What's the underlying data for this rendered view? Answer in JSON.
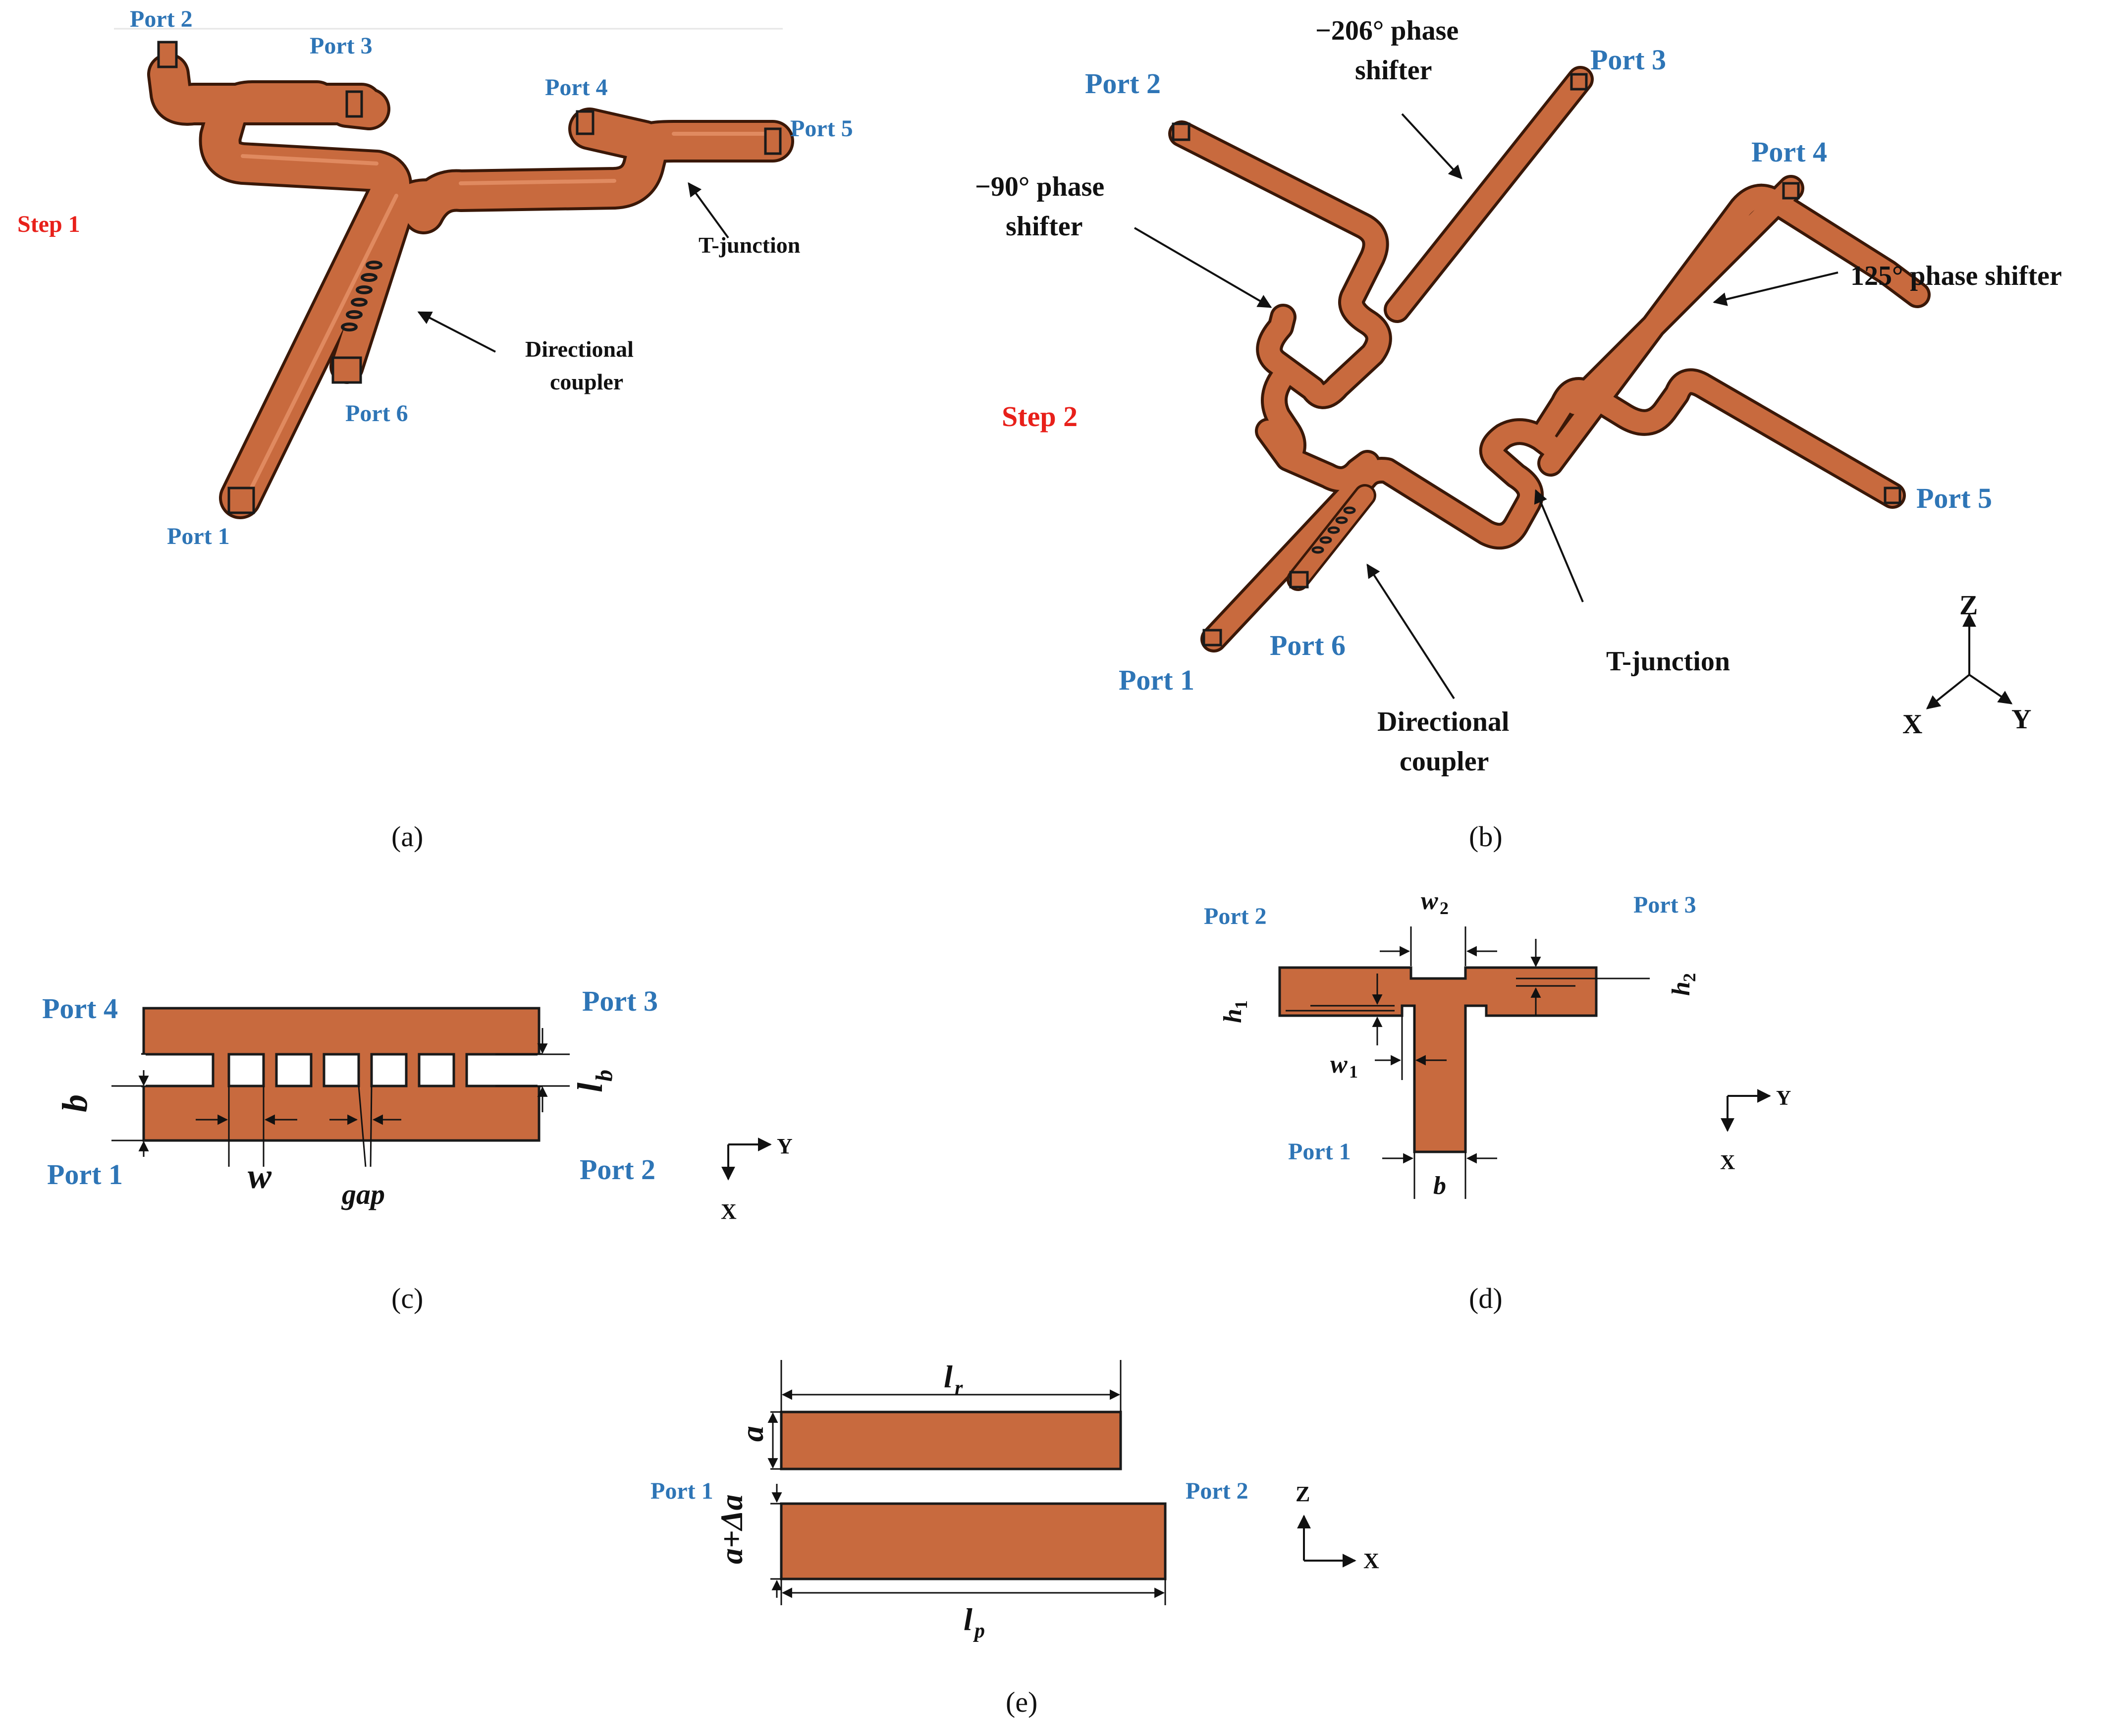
{
  "colors": {
    "copper": "#c86a3e",
    "copper_dark": "#3a1808",
    "port": "#2e75b6",
    "step": "#e8201a",
    "text": "#111111"
  },
  "panel_a": {
    "caption": "(a)",
    "step": "Step 1",
    "ports": [
      "Port 1",
      "Port 2",
      "Port 3",
      "Port 4",
      "Port 5",
      "Port 6"
    ],
    "annotations": {
      "t_junction": "T-junction",
      "directional_coupler": [
        "Directional",
        "coupler"
      ]
    }
  },
  "panel_b": {
    "caption": "(b)",
    "step": "Step 2",
    "ports": [
      "Port 1",
      "Port 2",
      "Port 3",
      "Port 4",
      "Port 5",
      "Port 6"
    ],
    "annotations": {
      "shifter_206": [
        "−206° phase",
        "shifter"
      ],
      "shifter_90": [
        "−90° phase",
        "shifter"
      ],
      "shifter_125": "125° phase shifter",
      "t_junction": "T-junction",
      "directional_coupler": [
        "Directional",
        "coupler"
      ]
    },
    "axes": [
      "Z",
      "X",
      "Y"
    ]
  },
  "panel_c": {
    "caption": "(c)",
    "ports": [
      "Port 4",
      "Port 3",
      "Port 1",
      "Port 2"
    ],
    "dims": {
      "b": "b",
      "l": "l",
      "l_sub": "b",
      "w": "w",
      "gap": "gap"
    },
    "axes": [
      "Y",
      "X"
    ]
  },
  "panel_d": {
    "caption": "(d)",
    "ports": [
      "Port 2",
      "Port 3",
      "Port 1"
    ],
    "dims": {
      "w2": "w",
      "w2_sub": "2",
      "w1": "w",
      "w1_sub": "1",
      "h1": "h",
      "h1_sub": "1",
      "h2": "h",
      "h2_sub": "2",
      "b": "b"
    },
    "axes": [
      "Y",
      "X"
    ]
  },
  "panel_e": {
    "caption": "(e)",
    "ports": [
      "Port 1",
      "Port 2"
    ],
    "dims": {
      "lr": "l",
      "lr_sub": "r",
      "lp": "l",
      "lp_sub": "p",
      "a": "a",
      "a_delta": "a+Δa"
    },
    "axes": [
      "Z",
      "X"
    ]
  }
}
